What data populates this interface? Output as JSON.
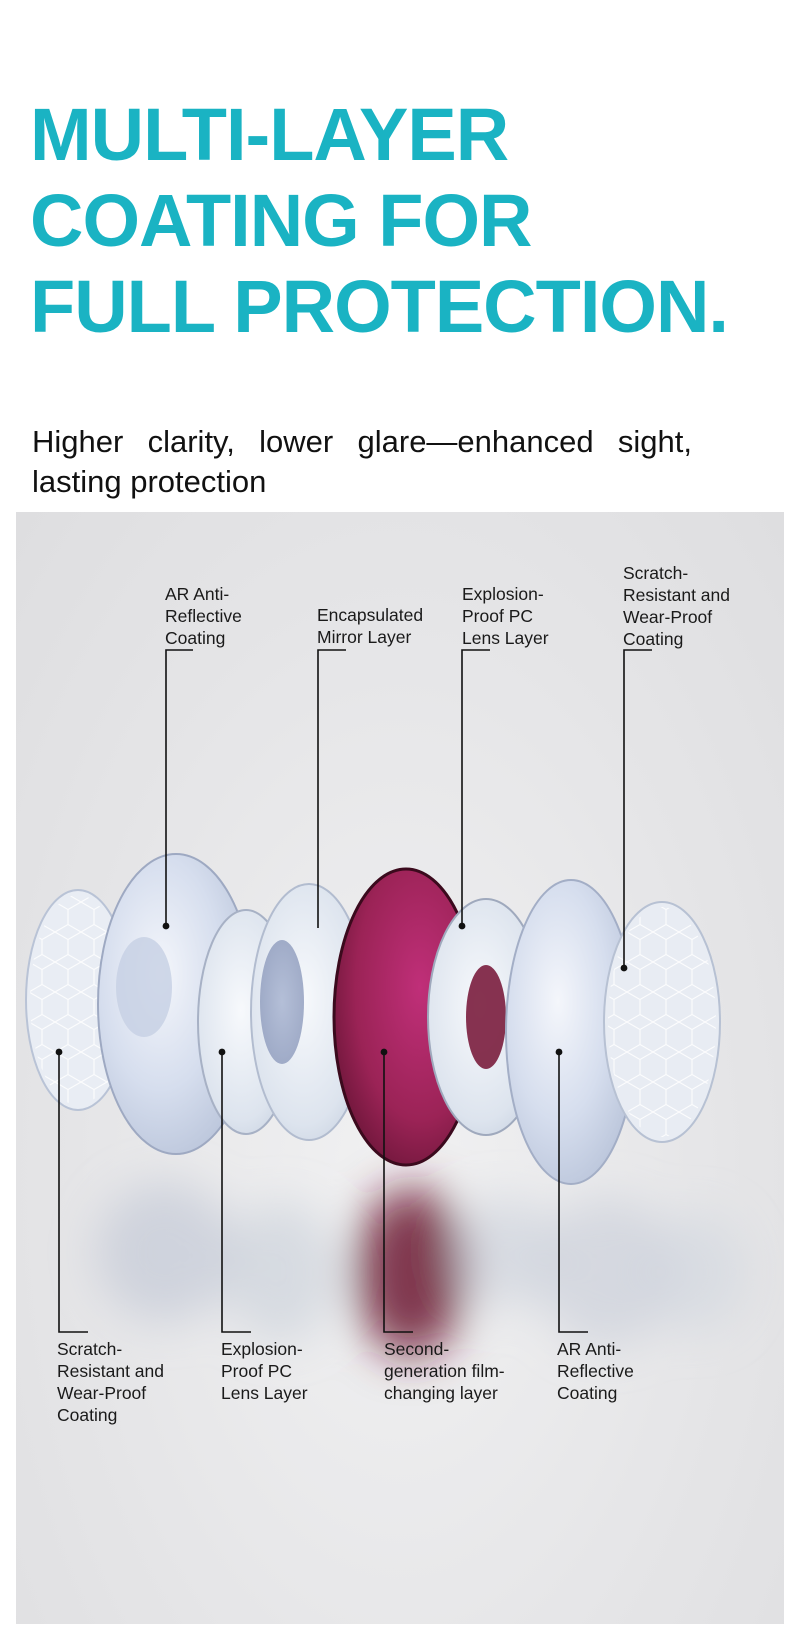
{
  "headline": {
    "line1": "MULTI-LAYER",
    "line2": "COATING FOR",
    "line3": "FULL PROTECTION."
  },
  "subtitle": "Higher clarity, lower glare—enhanced sight, lasting protection",
  "accent_color": "#1ab3c3",
  "diagram": {
    "top_labels": [
      {
        "text": "AR Anti-\nReflective\nCoating"
      },
      {
        "text": "Encapsulated\nMirror Layer"
      },
      {
        "text": "Explosion-\nProof PC\nLens Layer"
      },
      {
        "text": "Scratch-\nResistant and\nWear-Proof\nCoating"
      }
    ],
    "bottom_labels": [
      {
        "text": "Scratch-\nResistant and\nWear-Proof\nCoating"
      },
      {
        "text": "Explosion-\nProof PC\nLens Layer"
      },
      {
        "text": "Second-\ngeneration film-\nchanging layer"
      },
      {
        "text": "AR Anti-\nReflective\nCoating"
      }
    ],
    "colors": {
      "film_layer": "#9b2356",
      "lens_tint": "#cfd7e8",
      "leader_line": "#111111"
    }
  }
}
